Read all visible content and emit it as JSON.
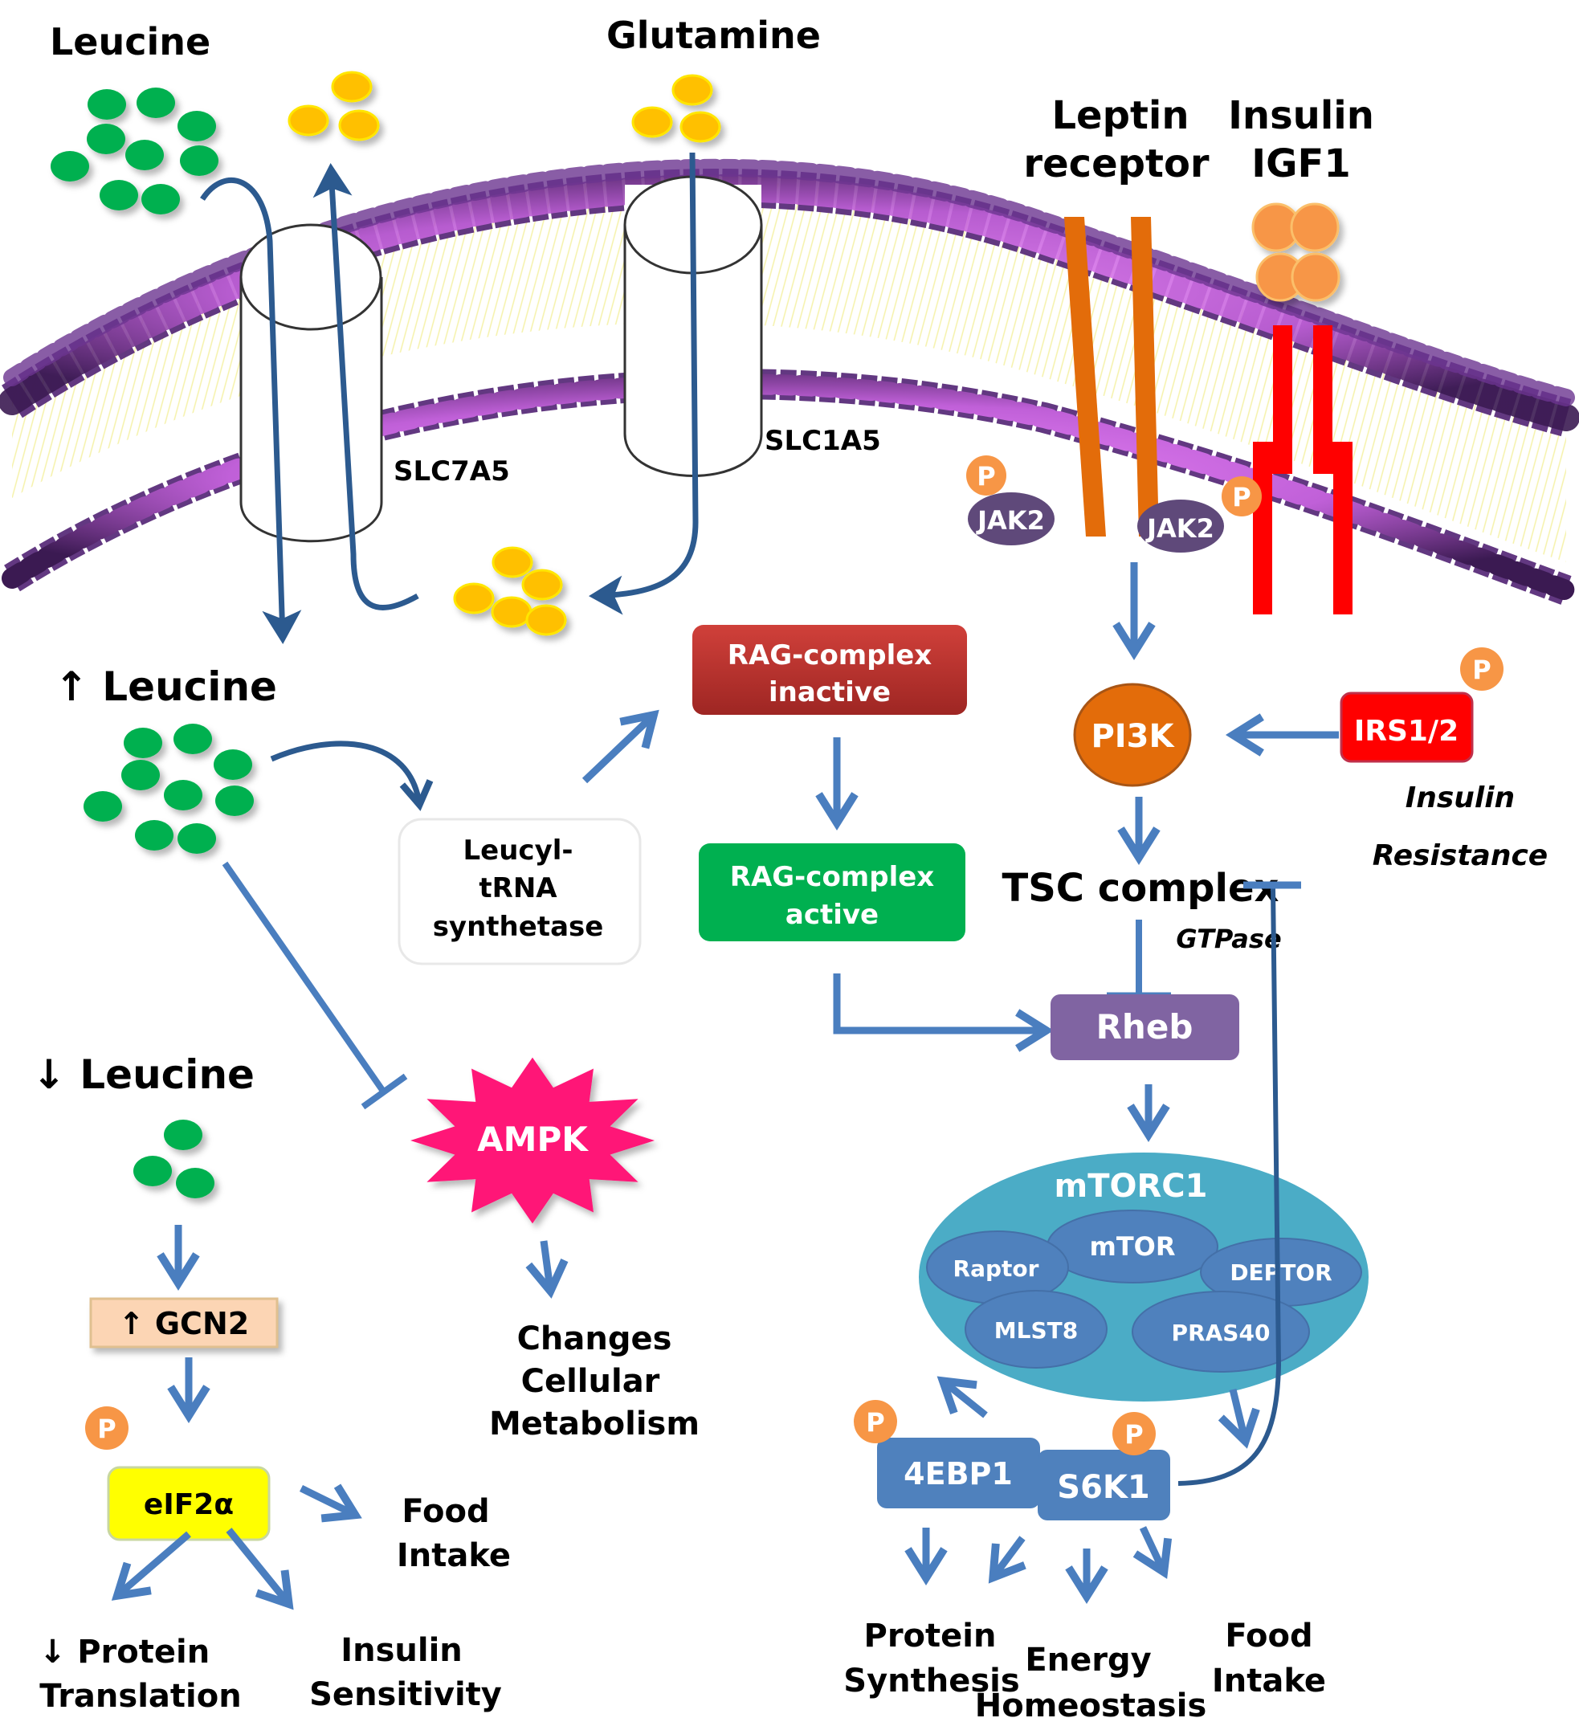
{
  "title": "Leucine / mTORC1 signaling pathway",
  "extracellular": {
    "leucine_label": "Leucine",
    "glutamine_label": "Glutamine",
    "leptin_receptor_label_line1": "Leptin",
    "leptin_receptor_label_line2": "receptor",
    "insulin_label_line1": "Insulin",
    "insulin_label_line2": "IGF1"
  },
  "membrane": {
    "transporter1": "SLC7A5",
    "transporter2": "SLC1A5",
    "jak_left": "JAK2",
    "jak_right": "JAK2",
    "phospho": "P"
  },
  "left_branch": {
    "high_leucine": "↑ Leucine",
    "low_leucine": "↓ Leucine",
    "leucyl_line1": "Leucyl-",
    "leucyl_line2": "tRNA",
    "leucyl_line3": "synthetase",
    "ampk": "AMPK",
    "ampk_out_line1": "Changes",
    "ampk_out_line2": "Cellular",
    "ampk_out_line3": "Metabolism",
    "gcn2": "↑ GCN2",
    "eif2a": "eIF2α",
    "food_intake_line1": "Food",
    "food_intake_line2": "Intake",
    "protein_translation_line1": "↓ Protein",
    "protein_translation_line2": "Translation",
    "insulin_sensitivity_line1": "Insulin",
    "insulin_sensitivity_line2": "Sensitivity"
  },
  "center": {
    "rag_inactive_line1": "RAG-complex",
    "rag_inactive_line2": "inactive",
    "rag_active_line1": "RAG-complex",
    "rag_active_line2": "active"
  },
  "right_branch": {
    "pi3k": "PI3K",
    "irs": "IRS1/2",
    "insulin_resistance_line1": "Insulin",
    "insulin_resistance_line2": "Resistance",
    "tsc": "TSC complex",
    "gtpase": "GTPase",
    "rheb": "Rheb",
    "mtorc1": "mTORC1",
    "mtorc1_components": {
      "mtor": "mTOR",
      "raptor": "Raptor",
      "deptor": "DEPTOR",
      "mlst8": "MLST8",
      "pras40": "PRAS40"
    },
    "fourebp1": "4EBP1",
    "s6k1": "S6K1",
    "protein_synthesis_line1": "Protein",
    "protein_synthesis_line2": "Synthesis",
    "energy_line1": "Energy",
    "energy_line2": "Homeostasis",
    "food_line1": "Food",
    "food_line2": "Intake"
  },
  "colors": {
    "leucine_green": "#00b050",
    "glutamine_yellow": "#ffc000",
    "lipid_purple": "#7a3f9d",
    "arrow_blue": "#4a7ebf",
    "leptin_orange": "#e36c0a",
    "insulin_red": "#ff0000",
    "phospho_orange": "#f79646",
    "rag_inactive_red": "#c0322f",
    "rag_active_green": "#00b050",
    "pi3k_orange": "#e36c0a",
    "rheb_purple": "#8064a2",
    "mtorc1_teal": "#4bacc6",
    "component_blue": "#4f81bd",
    "ampk_pink": "#ff1577",
    "gcn2_peach": "#fcd5b4",
    "eif2a_yellow": "#ffff00",
    "jak_purple": "#5f497a"
  }
}
